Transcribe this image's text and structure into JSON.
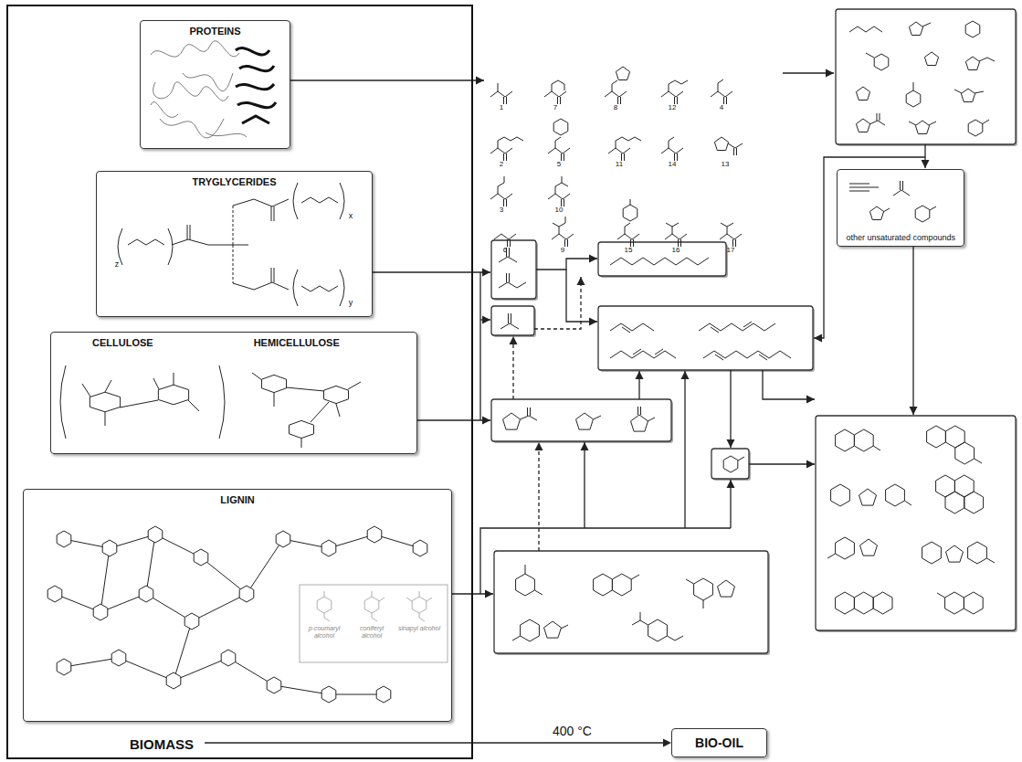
{
  "diagram": {
    "nodes": [
      {
        "text": [
          "BIOMASS"
        ]
      },
      {
        "text": [
          "PROTEINS"
        ],
        "in": 0
      },
      {
        "text": [
          "TRYGLYCERIDES"
        ],
        "in": 0
      },
      {
        "text": [
          "CELLULOSE",
          "HEMICELLULOSE"
        ],
        "in": 0
      },
      {
        "text": [
          "LIGNIN"
        ],
        "in": 0
      },
      {
        "text": [
          "other unsaturated compounds"
        ]
      },
      {
        "text": [
          "BIO-OIL"
        ]
      }
    ],
    "edges": [
      {
        "from": 0,
        "to": 6,
        "arrow": "to",
        "label": "400 °C"
      }
    ],
    "labels": [
      "1",
      "7",
      "8",
      "12",
      "4",
      "2",
      "5",
      "11",
      "14",
      "13",
      "3",
      "10",
      "6",
      "9",
      "15",
      "16",
      "17",
      "x",
      "z",
      "y",
      "p-coumaryl alcohol",
      "coniferyl alcohol",
      "sinapyl alcohol"
    ]
  }
}
